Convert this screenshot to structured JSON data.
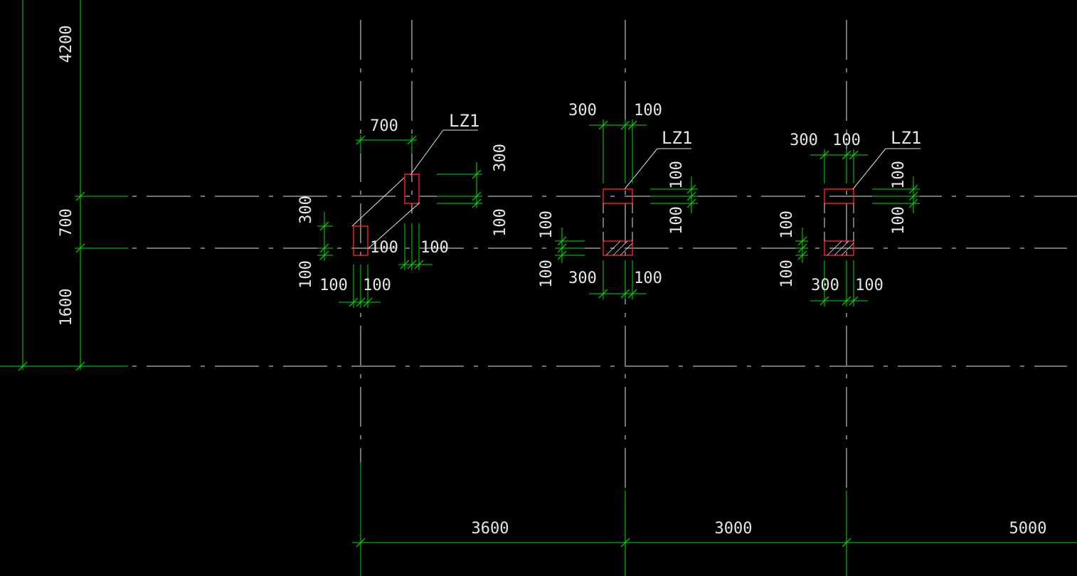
{
  "labels": {
    "lz_a": "LZ1",
    "lz_b": "LZ1",
    "lz_c": "LZ1"
  },
  "dimensions": {
    "left_4200": "4200",
    "left_700": "700",
    "left_1600": "1600",
    "bottom_3600": "3600",
    "bottom_3000": "3000",
    "bottom_5000": "5000",
    "a_700": "700",
    "a_300_right": "300",
    "a_100_right": "100",
    "a_300_left": "300",
    "a_100_left": "100",
    "a_100_mid1": "100",
    "a_100_mid2": "100",
    "a_100_bot1": "100",
    "a_100_bot2": "100",
    "b_300_top": "300",
    "b_100_top": "100",
    "b_100_r1": "100",
    "b_100_r2": "100",
    "b_100_l1": "100",
    "b_100_l2": "100",
    "b_300_bot": "300",
    "b_100_bot": "100",
    "c_300_top": "300",
    "c_100_top": "100",
    "c_100_r1": "100",
    "c_100_r2": "100",
    "c_100_l1": "100",
    "c_100_l2": "100",
    "c_300_bot": "300",
    "c_100_bot": "100"
  },
  "colors": {
    "background": "#000000",
    "axis_lines": "#e6e6e6",
    "dimension_lines": "#00e000",
    "columns": "#ff2020"
  }
}
